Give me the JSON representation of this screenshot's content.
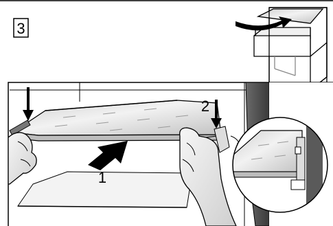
{
  "step": {
    "number": "3"
  },
  "callouts": {
    "first": "1",
    "second": "2"
  },
  "colors": {
    "line": "#000000",
    "glass_light": "#f2f2f2",
    "glass_mid": "#d4d4d4",
    "glass_dark": "#9a9a9a",
    "cabinet_wall": "#5a5a5a",
    "paper": "#ffffff"
  }
}
